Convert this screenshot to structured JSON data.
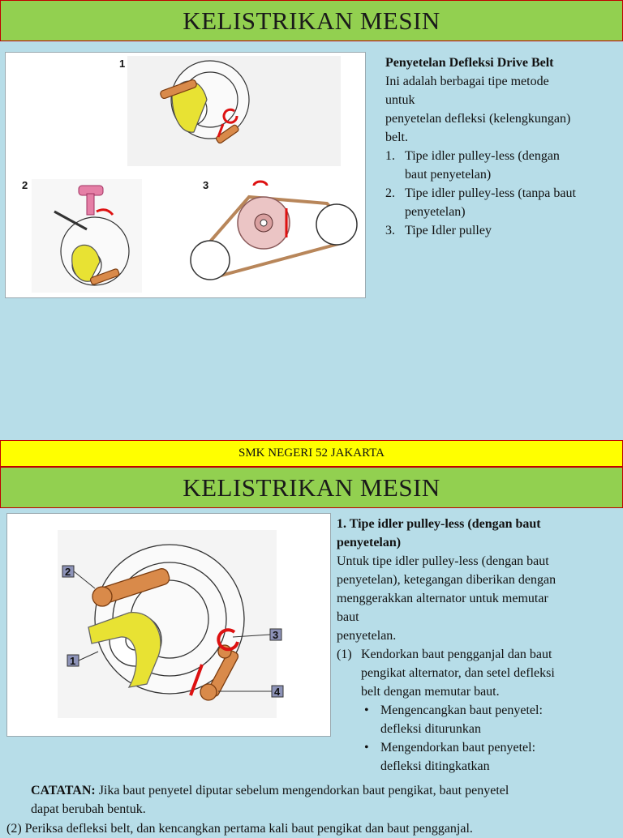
{
  "slide1": {
    "title": "KELISTRIKAN MESIN",
    "figure": {
      "labels": [
        "1",
        "2",
        "3"
      ]
    },
    "heading": "Penyetelan Defleksi Drive Belt",
    "intro_lines": [
      "Ini adalah berbagai tipe metode",
      "untuk",
      "penyetelan defleksi (kelengkungan)",
      "belt."
    ],
    "types": [
      {
        "num": "1.",
        "line1": "Tipe idler pulley-less (dengan",
        "line2": "baut penyetelan)"
      },
      {
        "num": "2.",
        "line1": "Tipe idler pulley-less (tanpa baut",
        "line2": "penyetelan)"
      },
      {
        "num": "3.",
        "line1": "Tipe Idler pulley",
        "line2": ""
      }
    ]
  },
  "school_name": "SMK NEGERI 52 JAKARTA",
  "slide2": {
    "title": "KELISTRIKAN MESIN",
    "figure": {
      "labels": [
        "1",
        "2",
        "3",
        "4"
      ]
    },
    "heading_line1": "1. Tipe idler pulley-less (dengan baut",
    "heading_line2": "penyetelan)",
    "body_lines": [
      "Untuk tipe idler pulley-less (dengan baut",
      "penyetelan), ketegangan diberikan dengan",
      "menggerakkan alternator untuk memutar",
      "baut",
      "penyetelan."
    ],
    "step1": {
      "num": "(1)",
      "lines": [
        "Kendorkan baut pengganjal dan baut",
        "pengikat alternator, dan setel defleksi",
        "belt dengan memutar baut."
      ]
    },
    "bullets": [
      {
        "line1": "Mengencangkan baut penyetel:",
        "line2": "defleksi diturunkan"
      },
      {
        "line1": "Mengendorkan baut penyetel:",
        "line2": "defleksi ditingkatkan"
      }
    ],
    "note_label": "CATATAN:",
    "note_line1": " Jika baut penyetel diputar sebelum mengendorkan baut pengikat, baut penyetel",
    "note_line2": "dapat berubah bentuk.",
    "step2": {
      "num": "(2)",
      "text": "Periksa defleksi belt, dan kencangkan pertama kali baut pengikat dan baut pengganjal."
    }
  }
}
